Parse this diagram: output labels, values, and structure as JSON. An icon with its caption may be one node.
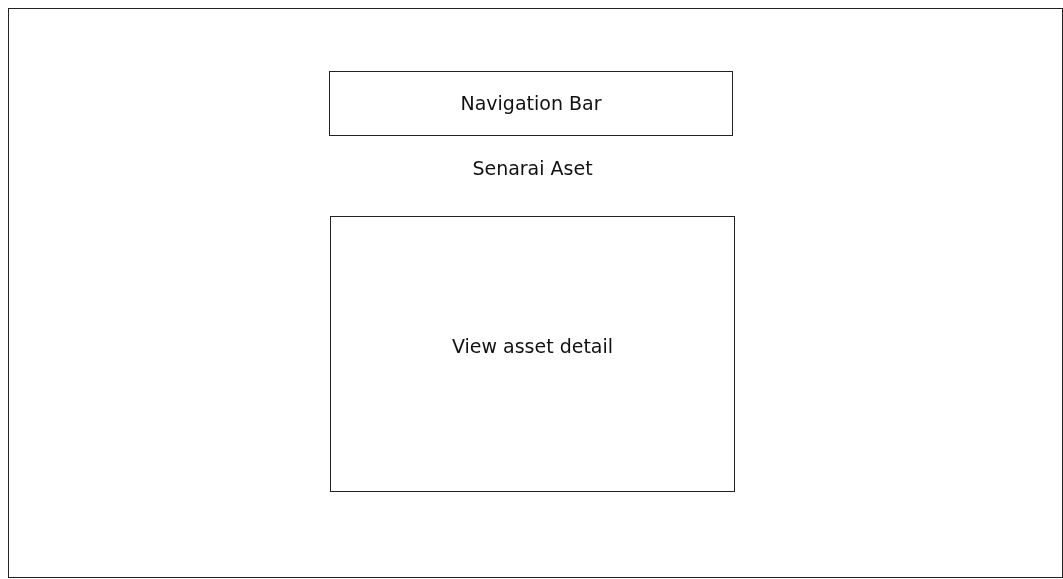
{
  "diagram": {
    "nodes": [
      {
        "text": [],
        "shape": "box"
      },
      {
        "text": [
          "Navigation Bar"
        ],
        "in": 0
      },
      {
        "text": [
          "View asset detail"
        ],
        "in": 0
      }
    ],
    "edges": [],
    "labels": [
      "Senarai Aset"
    ]
  }
}
